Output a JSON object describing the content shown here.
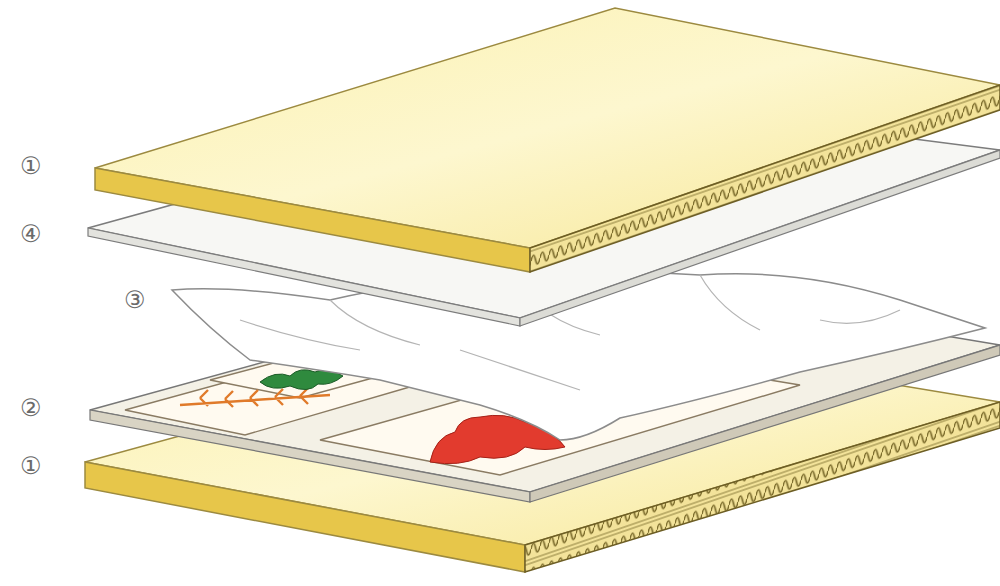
{
  "diagram": {
    "labels": [
      "①",
      "④",
      "③",
      "②",
      "①"
    ]
  }
}
